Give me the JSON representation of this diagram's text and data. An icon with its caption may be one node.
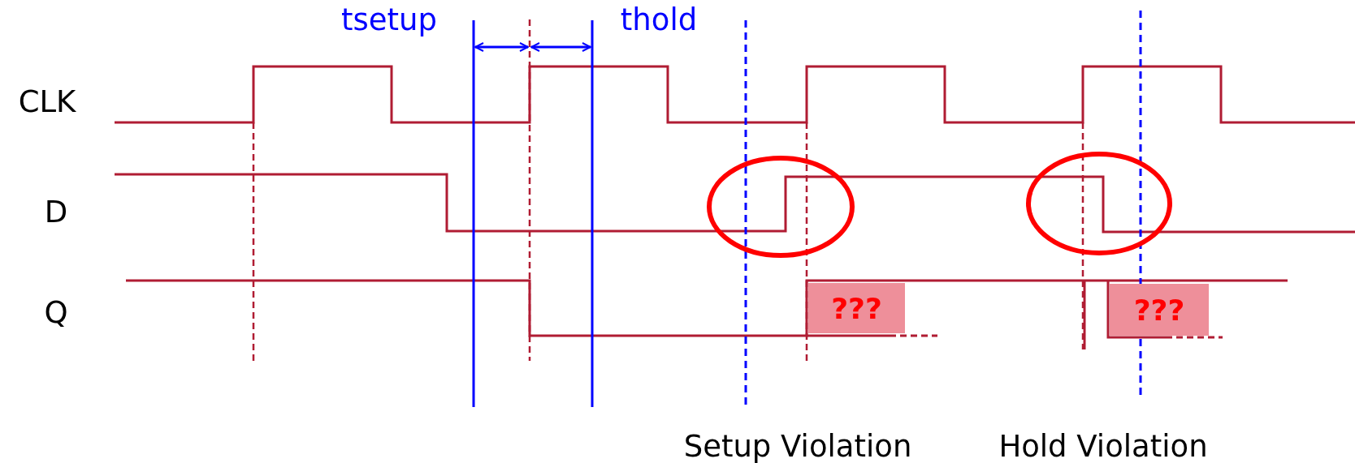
{
  "diagram": {
    "nodes": [
      {
        "text": [
          "???"
        ]
      },
      {
        "text": [
          "???"
        ]
      }
    ],
    "labels": [
      "tsetup",
      "thold",
      "CLK",
      "D",
      "Q",
      "Setup Violation",
      "Hold Violation"
    ]
  }
}
